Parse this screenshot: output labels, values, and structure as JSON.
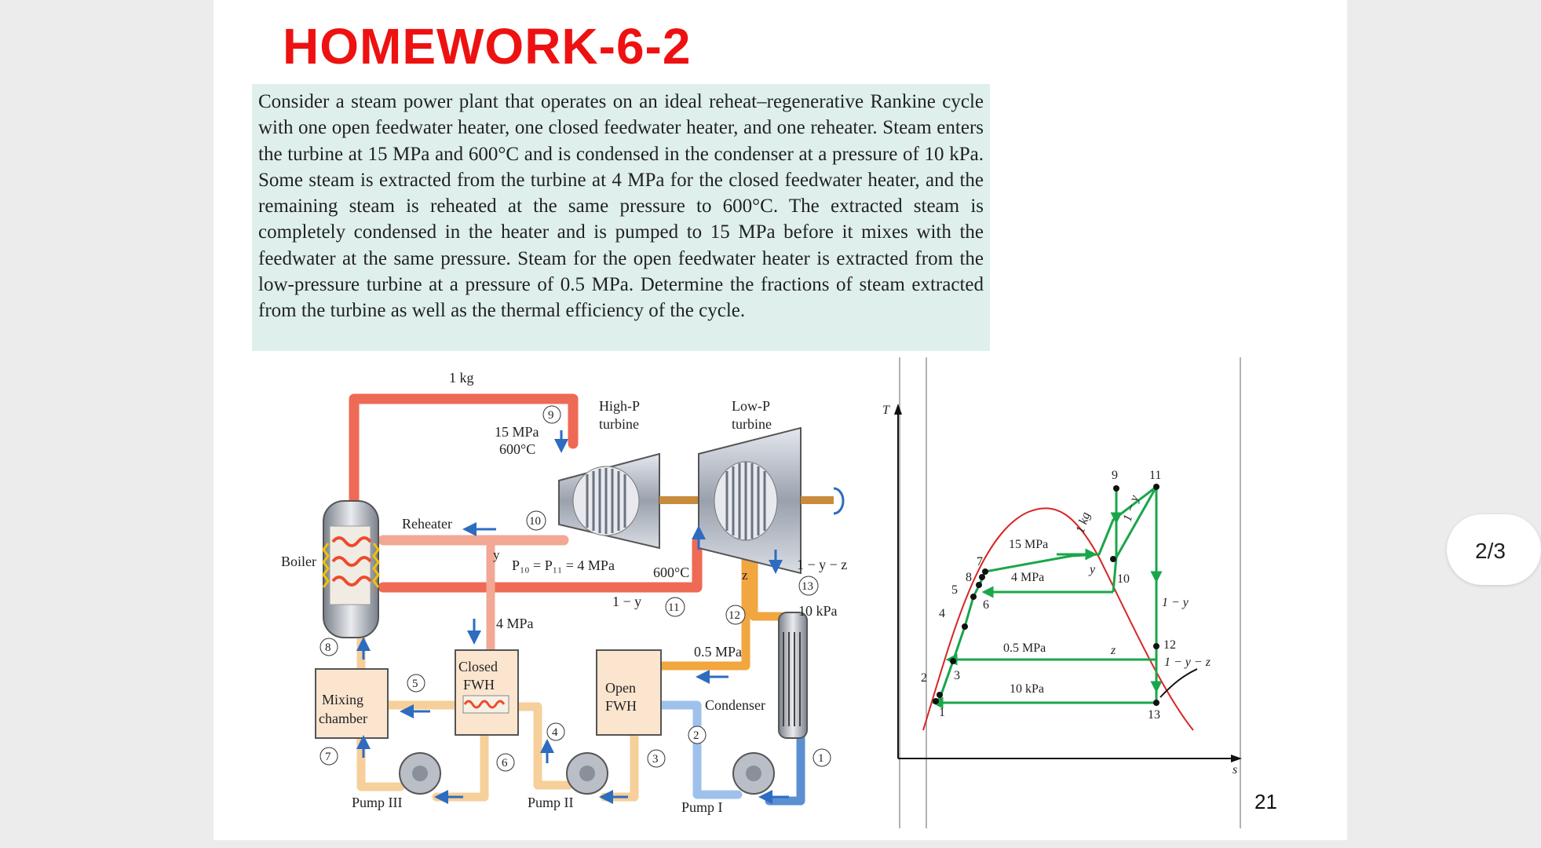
{
  "slide": {
    "title": "HOMEWORK-6-2",
    "problem": "Consider a steam power plant that operates on an ideal reheat–regenerative Rankine cycle with one open feedwater heater, one closed feedwater heater, and one reheater. Steam enters the turbine at 15 MPa and 600°C and is condensed in the condenser at a pressure of 10 kPa. Some steam is extracted from the turbine at 4 MPa for the closed feedwater heater, and the remaining steam is reheated at the same pressure to 600°C. The extracted steam is completely condensed in the heater and is pumped to 15 MPa before it mixes with the feedwater at the same pressure. Steam for the open feedwater heater is extracted from the low-pressure turbine at a pressure of 0.5 MPa. Determine the fractions of steam extracted from the turbine as well as the thermal efficiency of the cycle.",
    "page_number": "21",
    "pager": "2/3"
  },
  "schematic": {
    "mass_top": "1 kg",
    "hp_turbine": [
      "High-P",
      "turbine"
    ],
    "lp_turbine": [
      "Low-P",
      "turbine"
    ],
    "inlet": [
      "15 MPa",
      "600°C"
    ],
    "reheater": "Reheater",
    "boiler": "Boiler",
    "extraction_pressure": "P₁₀ = P₁₁ = 4 MPa",
    "reheat_temp": "600°C",
    "frac_y": "y",
    "frac_1my": "1 − y",
    "frac_z": "z",
    "frac_1myz": "1 − y − z",
    "closed_pressure": "4 MPa",
    "open_pressure": "0.5 MPa",
    "condenser_pressure": "10 kPa",
    "closed_fwh": [
      "Closed",
      "FWH"
    ],
    "open_fwh": [
      "Open",
      "FWH"
    ],
    "mixing": [
      "Mixing",
      "chamber"
    ],
    "condenser": "Condenser",
    "pump1": "Pump I",
    "pump2": "Pump II",
    "pump3": "Pump III",
    "states": [
      "1",
      "2",
      "3",
      "4",
      "5",
      "6",
      "7",
      "8",
      "9",
      "10",
      "11",
      "12",
      "13"
    ]
  },
  "ts_diagram": {
    "axis_t": "T",
    "axis_s": "s",
    "iso_15": "15 MPa",
    "iso_4": "4 MPa",
    "iso_05": "0.5 MPa",
    "iso_10k": "10 kPa",
    "flow_1kg": "1 kg",
    "flow_1my": "1 − y",
    "flow_y": "y",
    "flow_z": "z",
    "flow_1my_right": "1 − y",
    "flow_1myz": "1 − y − z",
    "points": [
      "1",
      "2",
      "3",
      "4",
      "5",
      "6",
      "7",
      "8",
      "9",
      "10",
      "11",
      "12",
      "13"
    ]
  },
  "colors": {
    "title": "#ee1111",
    "problem_bg": "#dff0ec",
    "steam_hot": "#ee6a55",
    "steam_reheat": "#f2a894",
    "liquid_warm": "#f6cf9a",
    "exhaust": "#f2a640",
    "cold_water": "#5b8fd1",
    "process_green": "#1aa64a",
    "dome_red": "#d92525"
  }
}
